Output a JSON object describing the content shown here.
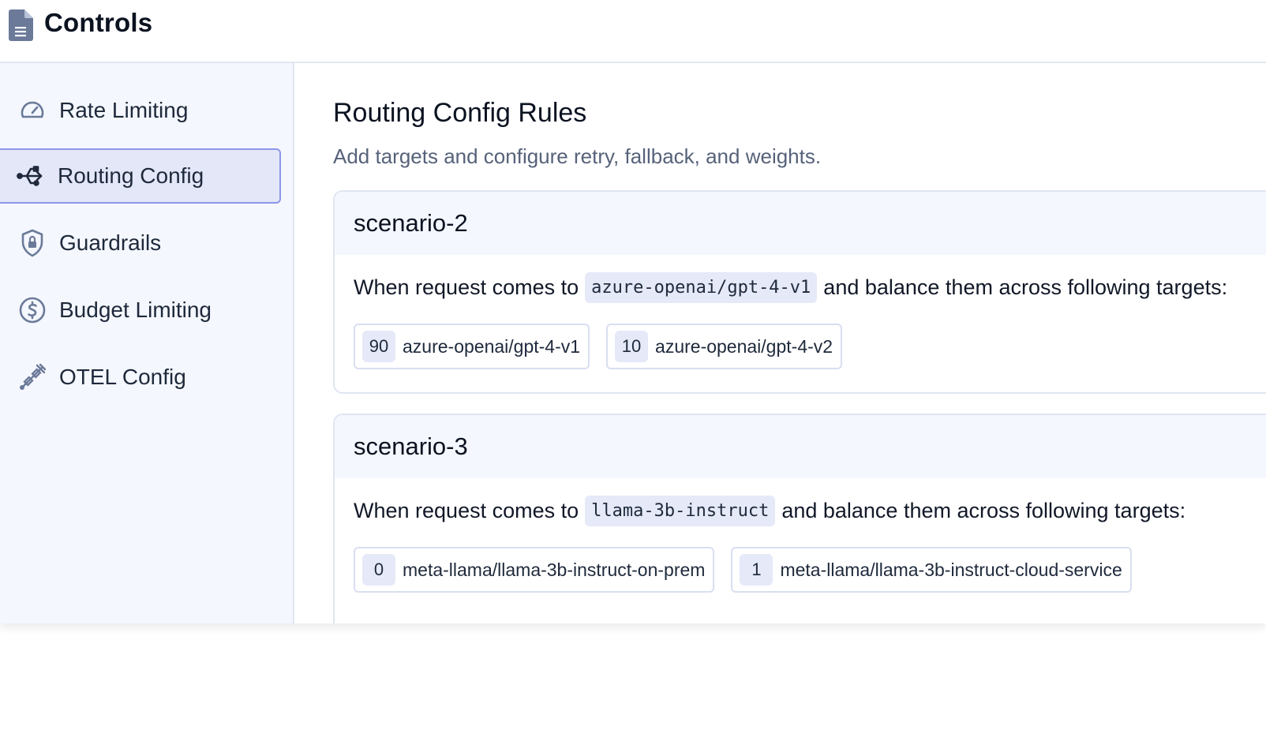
{
  "header": {
    "title": "Controls",
    "icon": "document-icon"
  },
  "sidebar": {
    "items": [
      {
        "label": "Rate Limiting",
        "icon": "gauge-icon",
        "active": false
      },
      {
        "label": "Routing Config",
        "icon": "routing-icon",
        "active": true
      },
      {
        "label": "Guardrails",
        "icon": "shield-lock-icon",
        "active": false
      },
      {
        "label": "Budget Limiting",
        "icon": "dollar-circle-icon",
        "active": false
      },
      {
        "label": "OTEL Config",
        "icon": "satellite-icon",
        "active": false
      }
    ]
  },
  "main": {
    "heading": "Routing Config Rules",
    "subheading": "Add targets and configure retry, fallback, and weights.",
    "scenarios": [
      {
        "name": "scenario-2",
        "prefix": "When request comes to",
        "model": "azure-openai/gpt-4-v1",
        "suffix": "and balance them across following targets:",
        "targets": [
          {
            "weight": "90",
            "name": "azure-openai/gpt-4-v1"
          },
          {
            "weight": "10",
            "name": "azure-openai/gpt-4-v2"
          }
        ]
      },
      {
        "name": "scenario-3",
        "prefix": "When request comes to",
        "model": "llama-3b-instruct",
        "suffix": "and balance them across following targets:",
        "targets": [
          {
            "weight": "0",
            "name": "meta-llama/llama-3b-instruct-on-prem"
          },
          {
            "weight": "1",
            "name": "meta-llama/llama-3b-instruct-cloud-service"
          }
        ]
      }
    ]
  },
  "colors": {
    "accent_border": "#8e96e8",
    "active_bg": "#e3e7f8",
    "sidebar_bg": "#f4f7fd",
    "chip_bg": "#e5e9f8",
    "icon": "#6b7a99"
  }
}
